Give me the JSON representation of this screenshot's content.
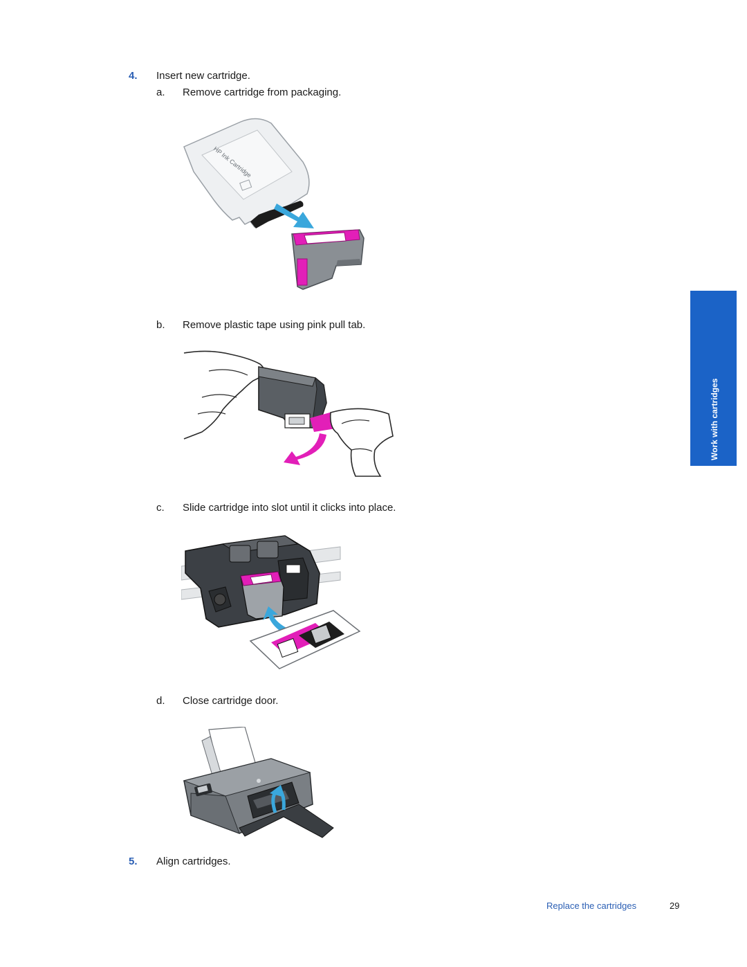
{
  "steps": [
    {
      "number": "4.",
      "text": "Insert new cartridge."
    },
    {
      "number": "5.",
      "text": "Align cartridges."
    }
  ],
  "substeps": [
    {
      "letter": "a.",
      "text": "Remove cartridge from packaging."
    },
    {
      "letter": "b.",
      "text": "Remove plastic tape using pink pull tab."
    },
    {
      "letter": "c.",
      "text": "Slide cartridge into slot until it clicks into place."
    },
    {
      "letter": "d.",
      "text": "Close cartridge door."
    }
  ],
  "side_tab": {
    "label": "Work with cartridges"
  },
  "footer": {
    "section_title": "Replace the cartridges",
    "page_number": "29"
  },
  "colors": {
    "accent_blue": "#1b63c7",
    "link_blue": "#2b5fb4",
    "magenta": "#e21fb8",
    "cyan_arrow": "#3aa7dc"
  },
  "illustrations": [
    {
      "icon": "cartridge-packaging-illustration"
    },
    {
      "icon": "pull-tab-illustration"
    },
    {
      "icon": "cartridge-slot-illustration"
    },
    {
      "icon": "printer-door-illustration"
    }
  ]
}
